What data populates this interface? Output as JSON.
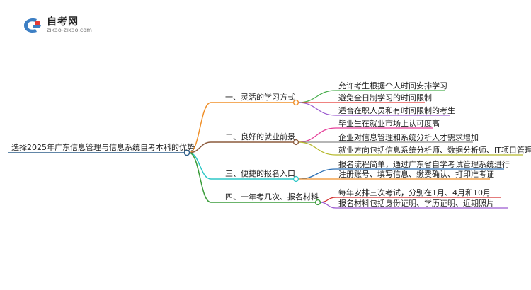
{
  "logo": {
    "title": "自考网",
    "url": "zikao-zikao.com"
  },
  "root": {
    "label": "选择2025年广东信息管理与信息系统自考本科的优势",
    "color": "#2e5f8a"
  },
  "branches": [
    {
      "label": "一、灵活的学习方式",
      "color": "#f0902a",
      "leaves": [
        {
          "label": "允许考生根据个人时间安排学习",
          "color": "#4caf50"
        },
        {
          "label": "避免全日制学习的时间限制",
          "color": "#e53935"
        },
        {
          "label": "适合在职人员和有时间限制的考生",
          "color": "#9c5bd0"
        }
      ]
    },
    {
      "label": "二、良好的就业前景",
      "color": "#8b5a3c",
      "leaves": [
        {
          "label": "毕业生在就业市场上认可度高",
          "color": "#e6409a"
        },
        {
          "label": "企业对信息管理和系统分析人才需求增加",
          "color": "#8a8a8a"
        },
        {
          "label": "就业方向包括信息系统分析师、数据分析师、IT项目管理",
          "color": "#b5b82a"
        }
      ]
    },
    {
      "label": "三、便捷的报名入口",
      "color": "#2ec7c7",
      "leaves": [
        {
          "label": "报名流程简单，通过广东省自学考试管理系统进行",
          "color": "#2c6fb3"
        },
        {
          "label": "注册账号、填写信息、缴费确认、打印准考证",
          "color": "#f0902a"
        }
      ]
    },
    {
      "label": "四、一年考几次、报名材料",
      "color": "#3a9c3a",
      "leaves": [
        {
          "label": "每年安排三次考试，分别在1月、4月和10月",
          "color": "#d32f2f"
        },
        {
          "label": "报名材料包括身份证明、学历证明、近期照片",
          "color": "#9c5bd0"
        }
      ]
    }
  ]
}
